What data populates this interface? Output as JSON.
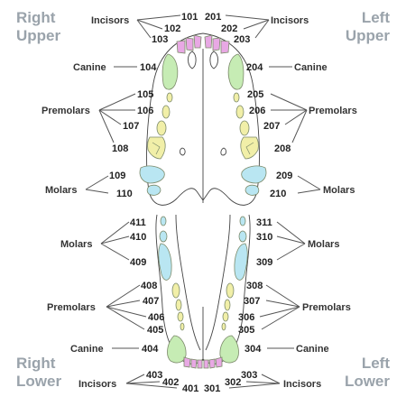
{
  "quadrants": {
    "right_upper": [
      "Right",
      "Upper"
    ],
    "left_upper": [
      "Left",
      "Upper"
    ],
    "right_lower": [
      "Right",
      "Lower"
    ],
    "left_lower": [
      "Left",
      "Lower"
    ]
  },
  "groups": {
    "incisors": "Incisors",
    "canine": "Canine",
    "premolars": "Premolars",
    "molars": "Molars"
  },
  "teeth": {
    "t101": "101",
    "t102": "102",
    "t103": "103",
    "t104": "104",
    "t105": "105",
    "t106": "106",
    "t107": "107",
    "t108": "108",
    "t109": "109",
    "t110": "110",
    "t201": "201",
    "t202": "202",
    "t203": "203",
    "t204": "204",
    "t205": "205",
    "t206": "206",
    "t207": "207",
    "t208": "208",
    "t209": "209",
    "t210": "210",
    "t301": "301",
    "t302": "302",
    "t303": "303",
    "t304": "304",
    "t305": "305",
    "t306": "306",
    "t307": "307",
    "t308": "308",
    "t309": "309",
    "t310": "310",
    "t311": "311",
    "t401": "401",
    "t402": "402",
    "t403": "403",
    "t404": "404",
    "t405": "405",
    "t406": "406",
    "t407": "407",
    "t408": "408",
    "t409": "409",
    "t410": "410",
    "t411": "411"
  },
  "colors": {
    "incisor": "#e8a8e4",
    "canine": "#c6ecb4",
    "premolar": "#f1efa8",
    "molar": "#b9e6f2",
    "quadrant_text": "#9aa3ab"
  }
}
